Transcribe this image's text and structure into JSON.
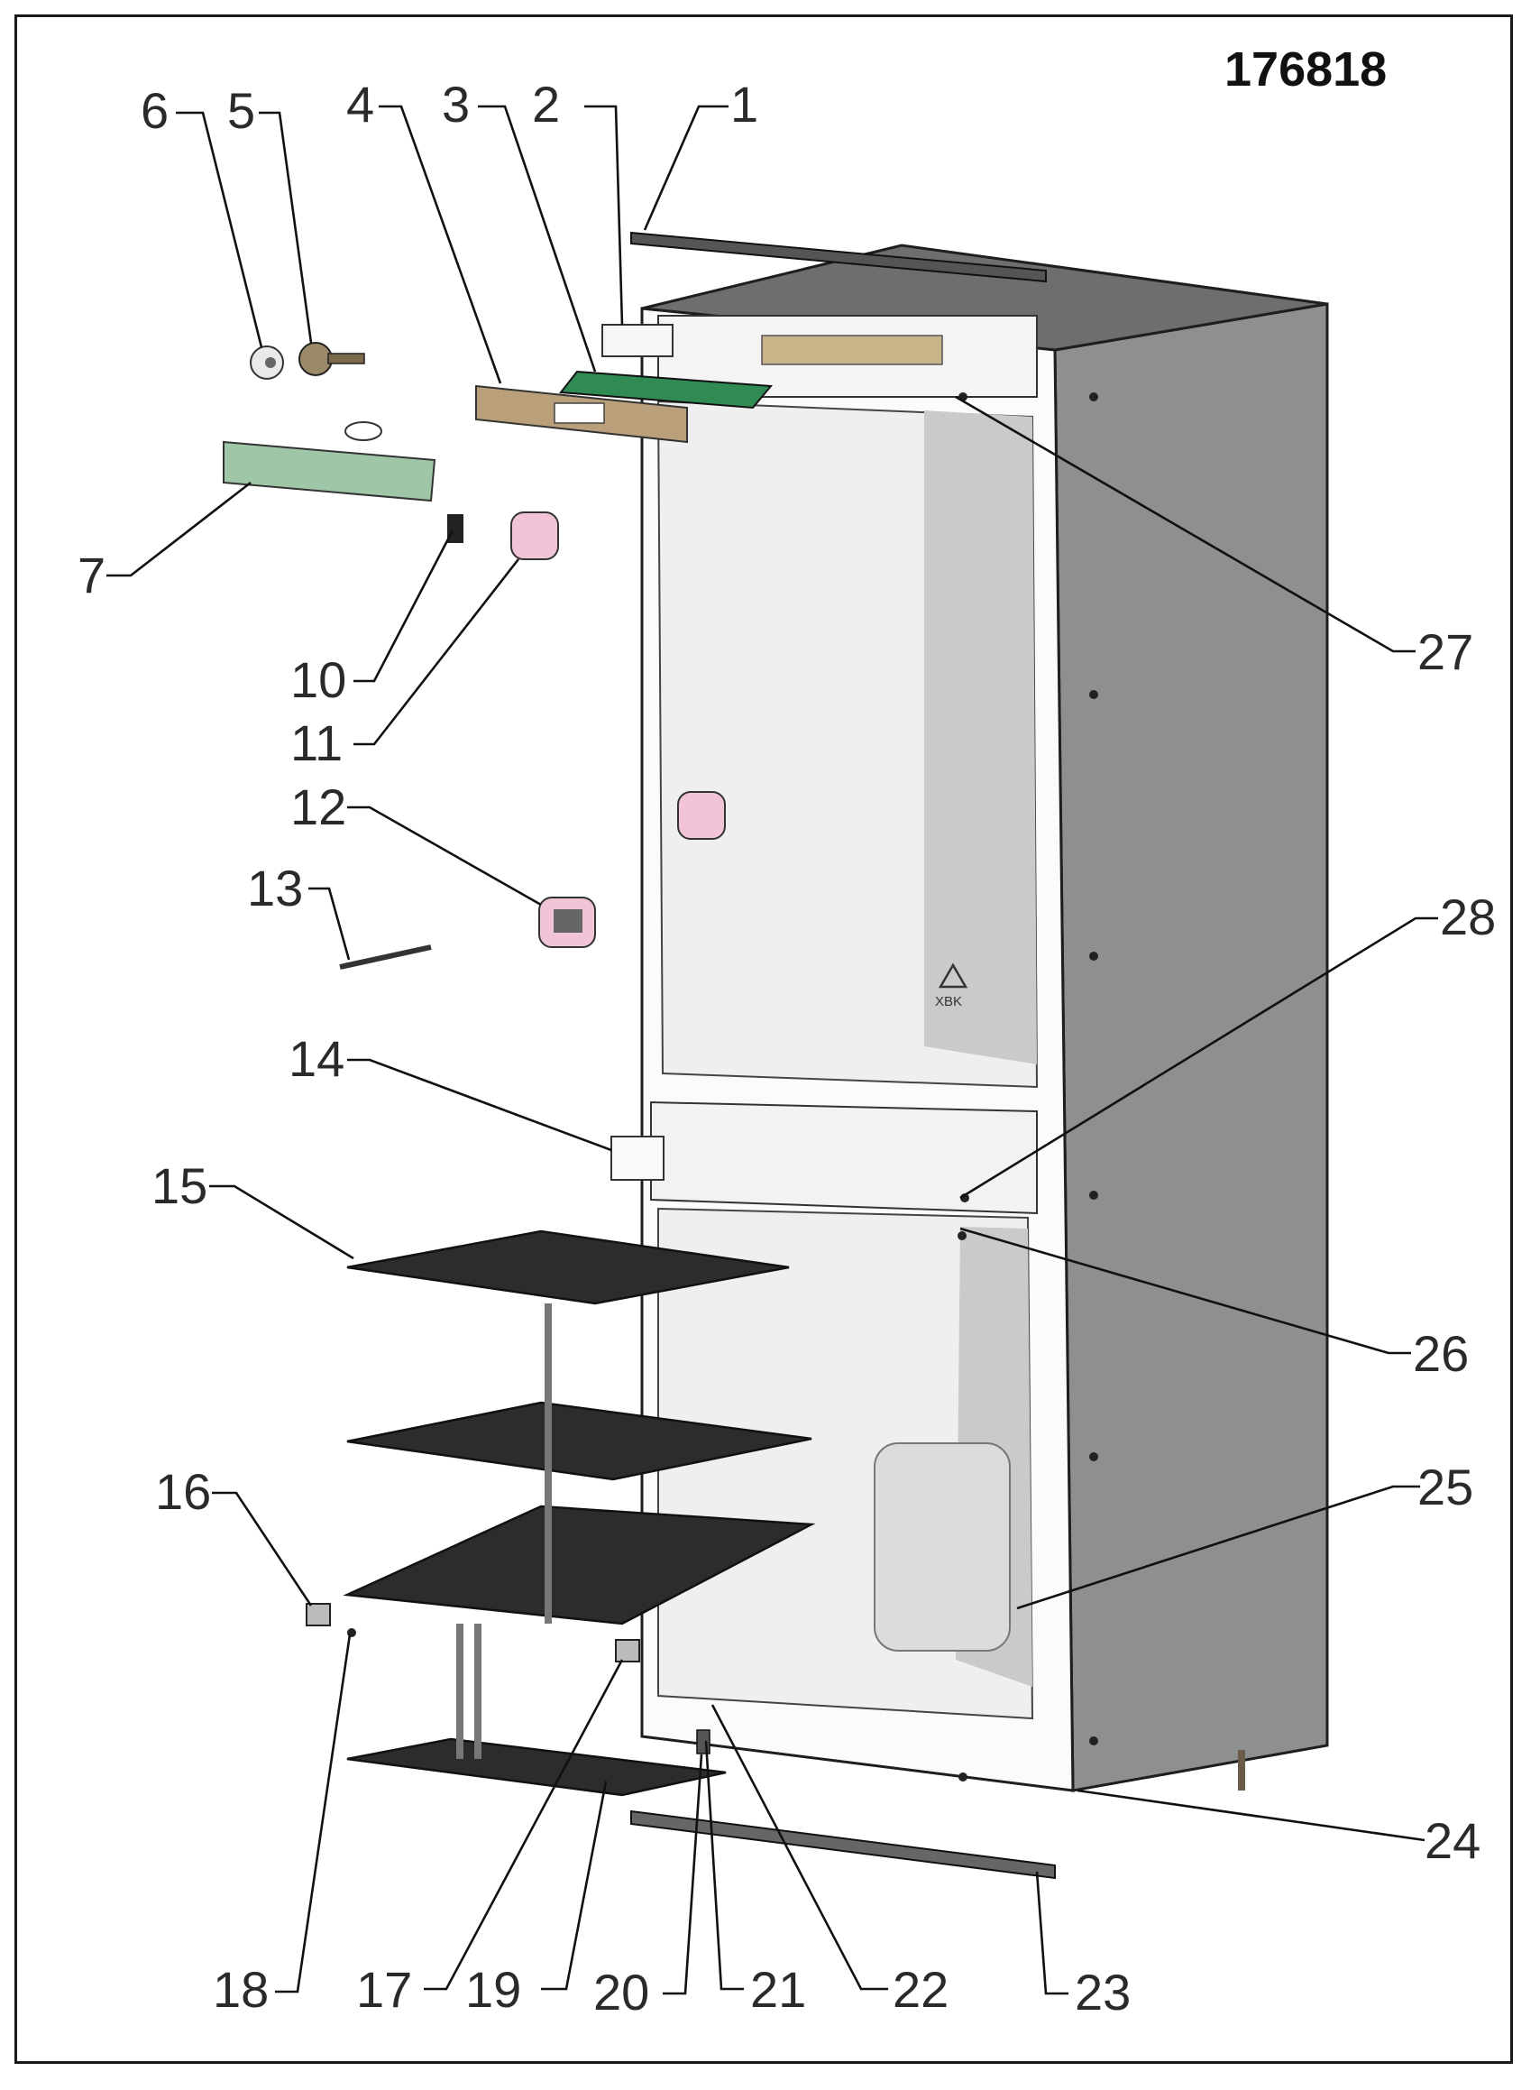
{
  "document_number": "176818",
  "callouts": {
    "c1": "1",
    "c2": "2",
    "c3": "3",
    "c4": "4",
    "c5": "5",
    "c6": "6",
    "c7": "7",
    "c10": "10",
    "c11": "11",
    "c12": "12",
    "c13": "13",
    "c14": "14",
    "c15": "15",
    "c16": "16",
    "c17": "17",
    "c18": "18",
    "c19": "19",
    "c20": "20",
    "c21": "21",
    "c22": "22",
    "c23": "23",
    "c24": "24",
    "c25": "25",
    "c26": "26",
    "c27": "27",
    "c28": "28"
  },
  "colors": {
    "cabinet_side": "#8d8f90",
    "cabinet_top": "#6c6e70",
    "liner": "#efefef",
    "liner_shade": "#c9cacb",
    "evaporator": "#2b2c2d",
    "control_panel": "#b9a07a",
    "light_cover": "#9fc6a7",
    "pink_part": "#f2c4d8",
    "pcb": "#2f8a54"
  },
  "recycle_mark": "XBK"
}
